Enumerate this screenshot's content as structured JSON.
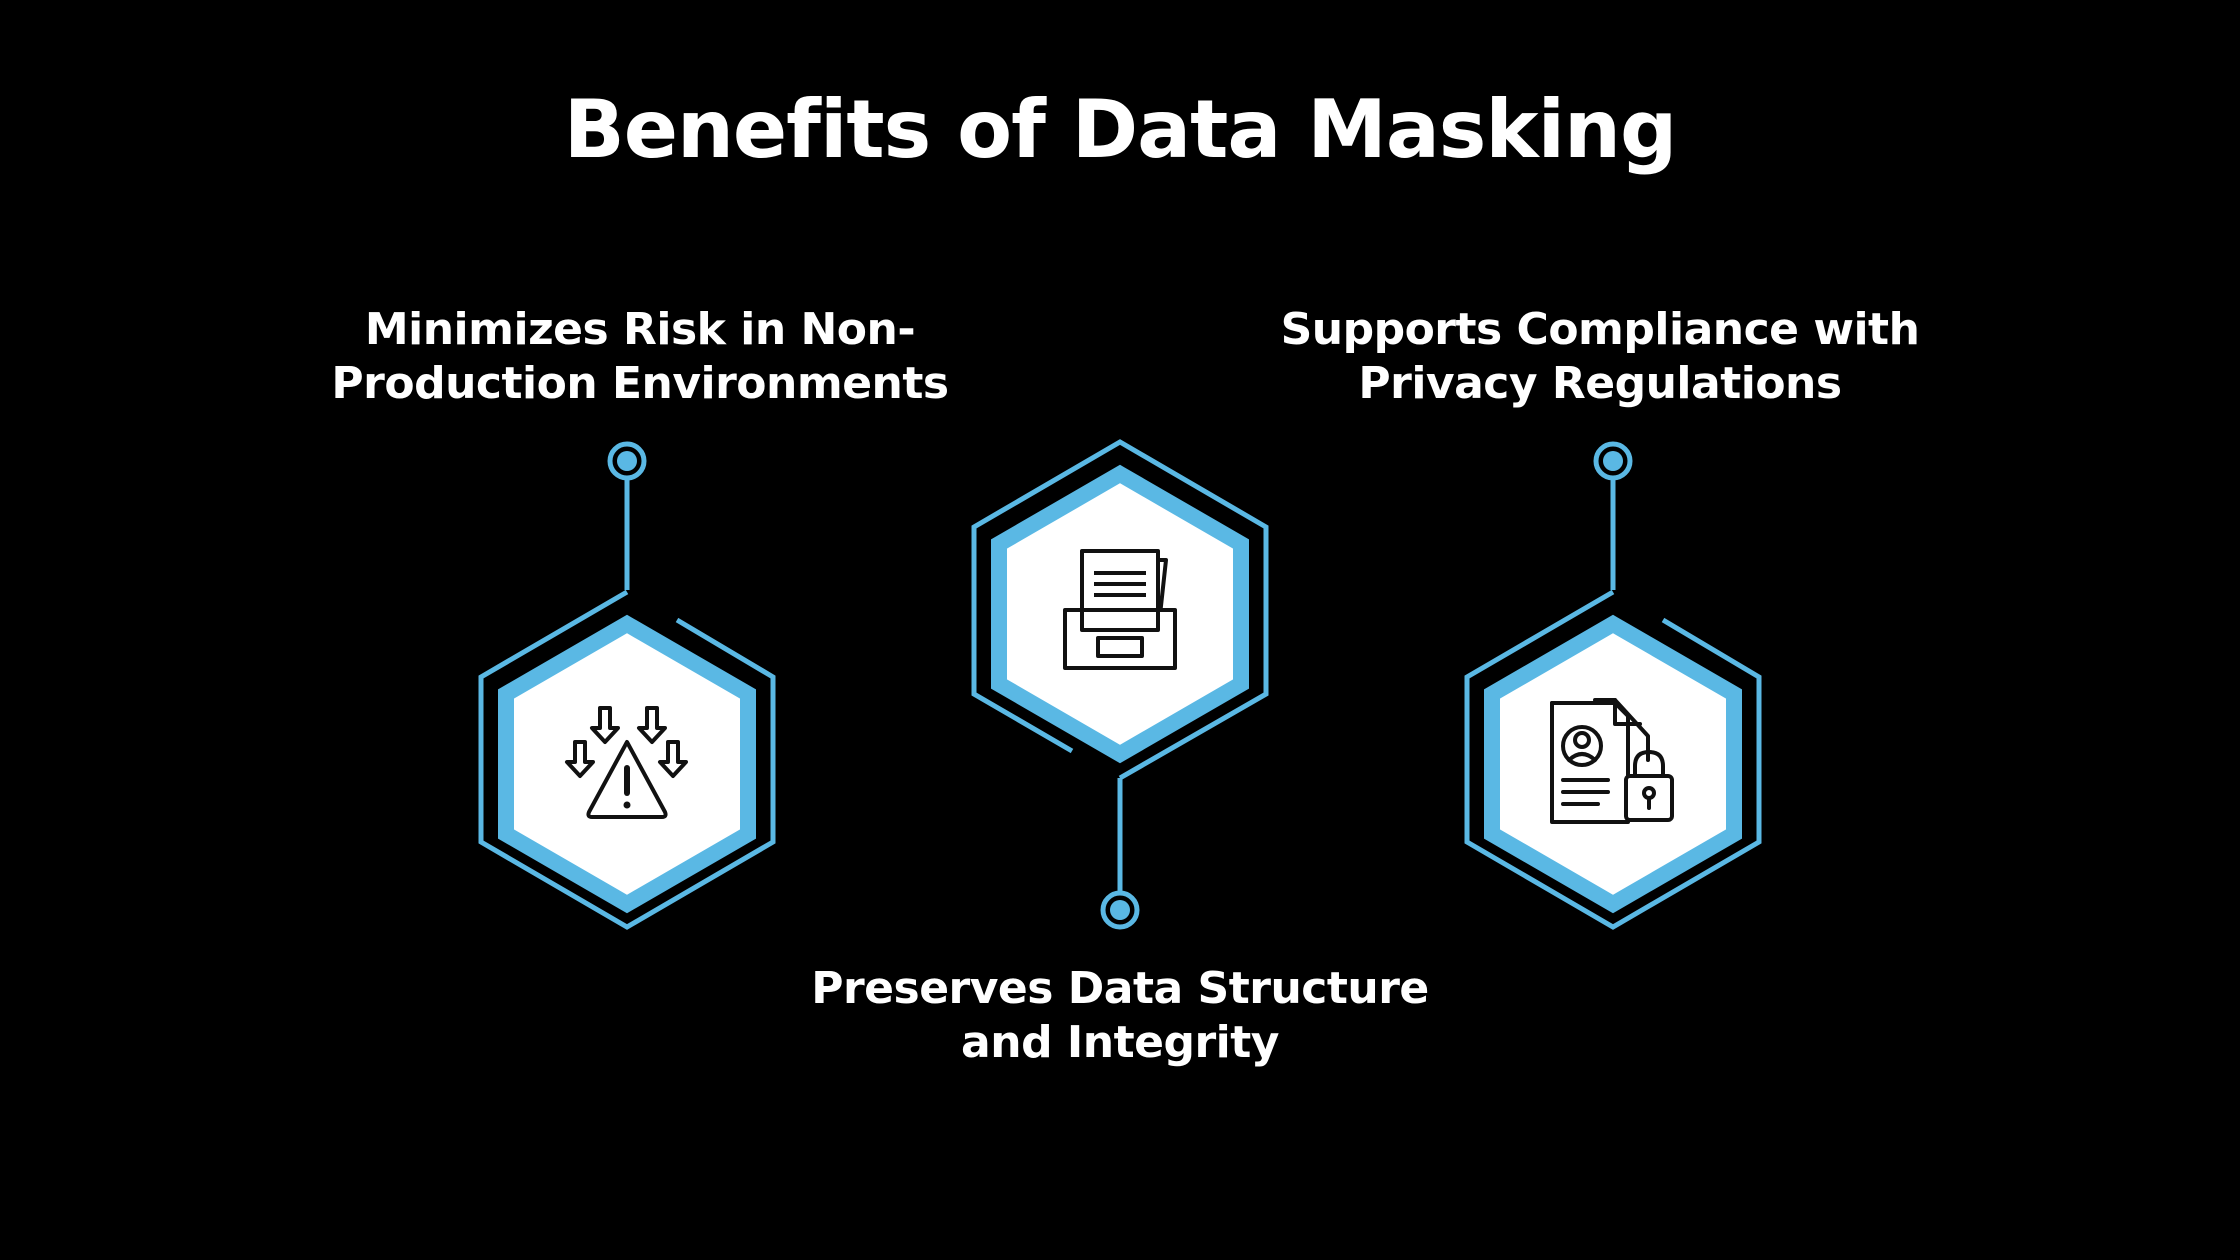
{
  "title": "Benefits of Data Masking",
  "colors": {
    "background": "#000000",
    "accent": "#5ab8e4",
    "text": "#ffffff",
    "icon_stroke": "#111111"
  },
  "benefits": [
    {
      "line1": "Minimizes Risk in Non-",
      "line2": "Production Environments",
      "icon": "risk-warning-icon"
    },
    {
      "line1": "Preserves Data Structure",
      "line2": "and Integrity",
      "icon": "file-archive-icon"
    },
    {
      "line1": "Supports Compliance with",
      "line2": "Privacy Regulations",
      "icon": "locked-document-icon"
    }
  ]
}
